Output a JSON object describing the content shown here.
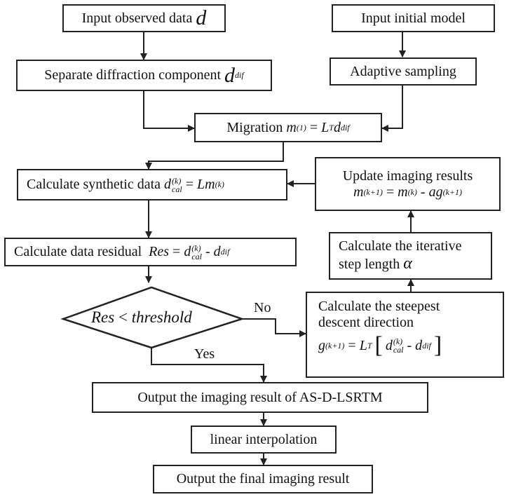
{
  "nodes": {
    "input_observed": {
      "text": "Input observed data",
      "math": "d"
    },
    "input_initial": {
      "text": "Input initial model"
    },
    "separate": {
      "text": "Separate diffraction component",
      "math": "d",
      "sub": "dif"
    },
    "adaptive": {
      "text": "Adaptive sampling"
    },
    "migration": {
      "text": "Migration",
      "m": "m",
      "sup": "(1)",
      "eq": "=",
      "L": "L",
      "T": "T",
      "d": "d",
      "sub": "dif"
    },
    "synthetic": {
      "text": "Calculate synthetic data",
      "d": "d",
      "sup": "(k)",
      "sub": "cal",
      "eq": "=",
      "rhs": "Lm",
      "rhs_sup": "(k)"
    },
    "update": {
      "line1": "Update imaging results",
      "m": "m",
      "sup": "(k+1)",
      "eq": "=",
      "m2": "m",
      "sup2": "(k)",
      "minus": "- ag",
      "sup3": "(k+1)"
    },
    "residual": {
      "text": "Calculate data residual",
      "res": "Res",
      "eq": "=",
      "d": "d",
      "sup": "(k)",
      "sub": "cal",
      "minus": "- d",
      "sub2": "dif"
    },
    "step": {
      "line1": "Calculate the iterative",
      "line2": "step length",
      "alpha": "α"
    },
    "decision": {
      "res": "Res",
      "lt": "<",
      "threshold": "threshold"
    },
    "steepest": {
      "line1": "Calculate the steepest",
      "line2": "descent direction",
      "g": "g",
      "sup": "(k+1)",
      "eq": "=",
      "L": "L",
      "T": "T",
      "d": "d",
      "sup2": "(k)",
      "sub2": "cal",
      "minus": "- d",
      "sub3": "dif"
    },
    "output_result": {
      "text": "Output the imaging result of AS-D-LSRTM"
    },
    "interp": {
      "text": "linear interpolation"
    },
    "final": {
      "text": "Output the final imaging result"
    }
  },
  "labels": {
    "no": "No",
    "yes": "Yes"
  }
}
